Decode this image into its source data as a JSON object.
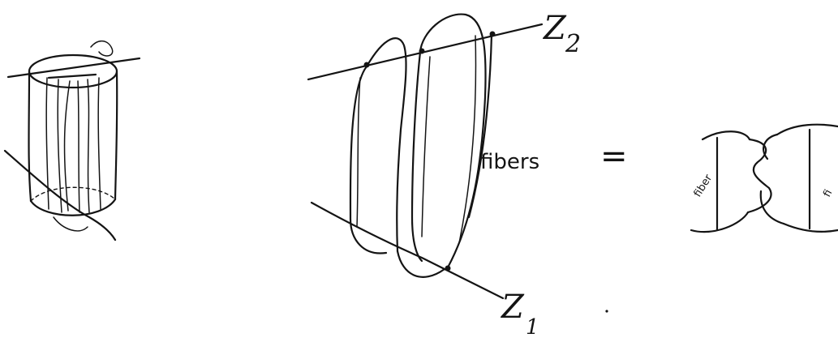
{
  "figure": {
    "label_z2": "Z",
    "label_z2_sub": "2",
    "label_z1": "Z",
    "label_z1_sub": "1",
    "label_fibers": "fibers",
    "equals_sign": "=",
    "small_label_left": "fiber",
    "small_label_right": "fi"
  }
}
